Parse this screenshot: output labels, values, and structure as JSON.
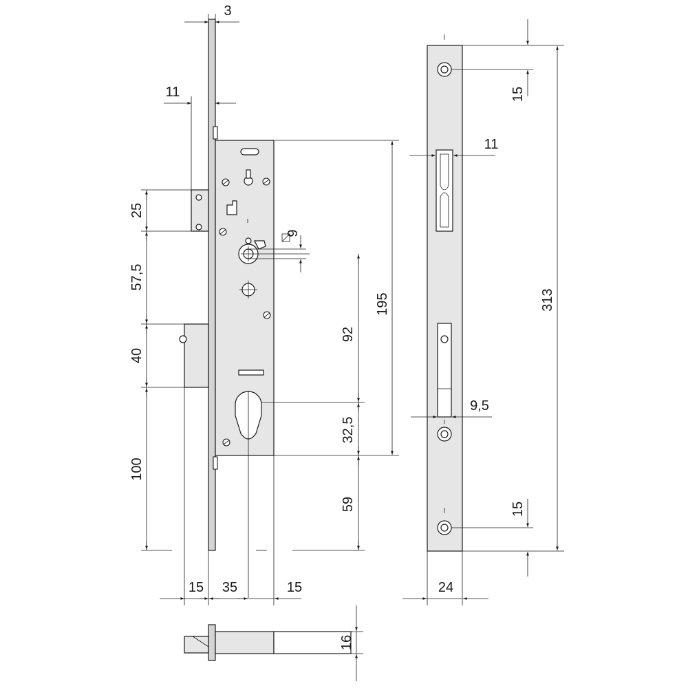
{
  "dimensions": {
    "faceplate_thickness": "3",
    "backset_top": "11",
    "latch_height": "25",
    "latch_to_bolt": "57,5",
    "bolt_height": "40",
    "bolt_to_bottom": "100",
    "spindle_square": "9",
    "spindle_to_cylinder": "92",
    "case_height": "195",
    "cylinder_to_case_bottom": "32,5",
    "case_bottom_to_plate_end": "59",
    "bolt_throw": "15",
    "backset": "35",
    "rear_offset": "15",
    "case_thickness": "16",
    "strike_hole_top": "15",
    "strike_slot_width": "11",
    "plate_length": "313",
    "strike_bolt_slot": "9,5",
    "strike_hole_bottom": "15",
    "plate_width": "24"
  },
  "colors": {
    "part_fill": "#e6e6e6",
    "line": "#1a1a1a"
  }
}
